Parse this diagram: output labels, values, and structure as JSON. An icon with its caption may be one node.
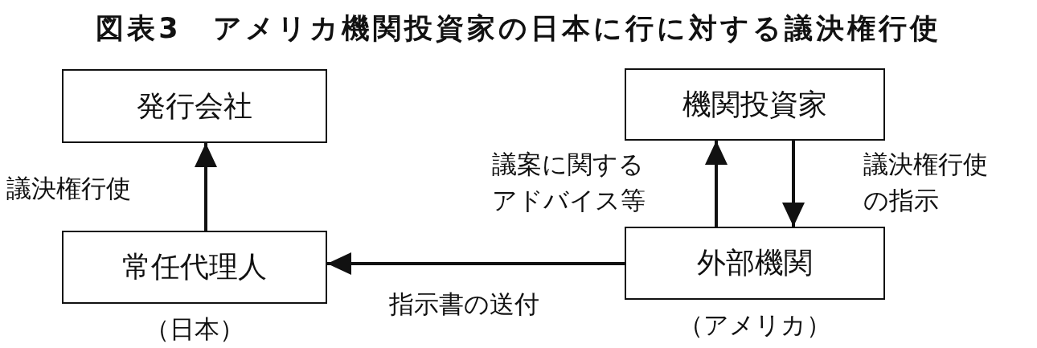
{
  "diagram": {
    "title": "図表3　アメリカ機関投資家の日本に行に対する議決権行使",
    "nodes": [
      {
        "text": [
          "発行会社"
        ]
      },
      {
        "text": [
          "常任代理人"
        ],
        "beside": [
          "（日本）"
        ]
      },
      {
        "text": [
          "機関投資家"
        ]
      },
      {
        "text": [
          "外部機関"
        ],
        "beside": [
          "（アメリカ）"
        ]
      }
    ],
    "edges": [
      {
        "from": 1,
        "to": 0,
        "arrow": "to",
        "label": "議決権行使"
      },
      {
        "from": 3,
        "to": 2,
        "arrow": "to",
        "label": "議案に関するアドバイス等"
      },
      {
        "from": 2,
        "to": 3,
        "arrow": "to",
        "label": "議決権行使の指示"
      },
      {
        "from": 3,
        "to": 1,
        "arrow": "to",
        "label": "指示書の送付"
      }
    ]
  }
}
